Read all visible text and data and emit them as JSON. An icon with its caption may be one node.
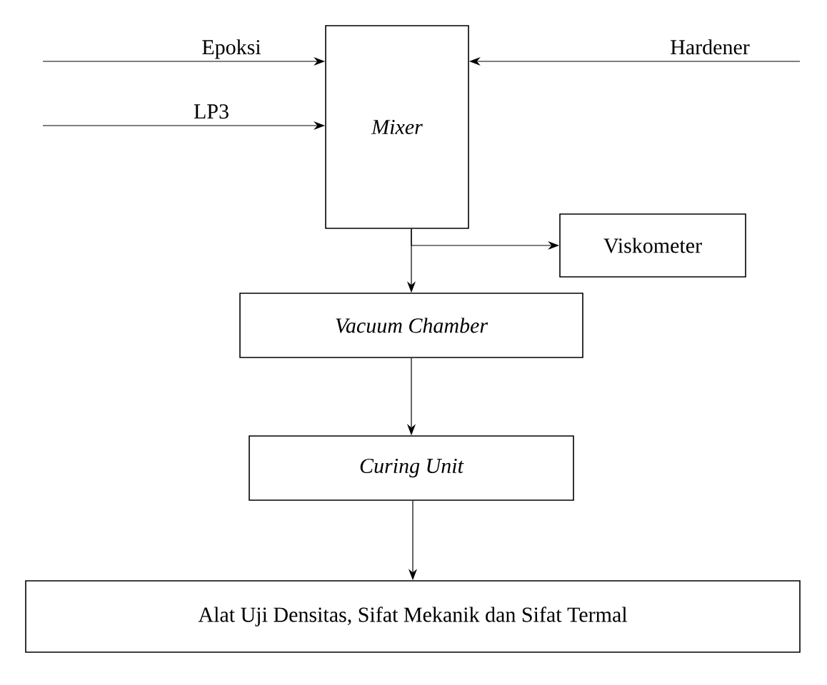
{
  "diagram": {
    "nodes": [
      {
        "text": [
          "Mixer"
        ]
      },
      {
        "text": [
          "Viskometer"
        ]
      },
      {
        "text": [
          "Vacuum Chamber"
        ]
      },
      {
        "text": [
          "Curing Unit"
        ]
      },
      {
        "text": [
          "Alat Uji Densitas, Sifat Mekanik dan Sifat Termal"
        ]
      }
    ],
    "edges": [
      {
        "from": null,
        "to": 0,
        "arrow": "to",
        "label": "Epoksi"
      },
      {
        "from": null,
        "to": 0,
        "arrow": "to",
        "label": "LP3"
      },
      {
        "from": null,
        "to": 0,
        "arrow": "to",
        "label": "Hardener"
      },
      {
        "from": 0,
        "to": 1,
        "arrow": "to"
      },
      {
        "from": 0,
        "to": 2,
        "arrow": "to"
      },
      {
        "from": 2,
        "to": 3,
        "arrow": "to"
      },
      {
        "from": 3,
        "to": 4,
        "arrow": "to"
      }
    ]
  }
}
